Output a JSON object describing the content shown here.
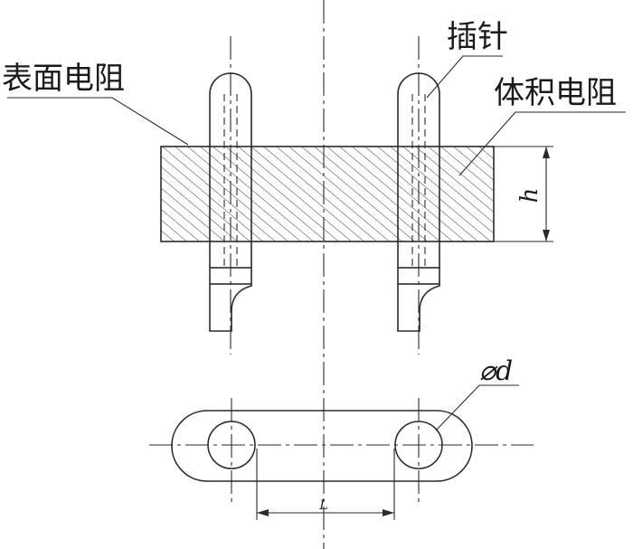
{
  "labels": {
    "surface_resistance": "表面电阻",
    "pin": "插针",
    "volume_resistance": "体积电阻",
    "thickness": "h",
    "diameter": "⌀d",
    "spacing": "L"
  }
}
